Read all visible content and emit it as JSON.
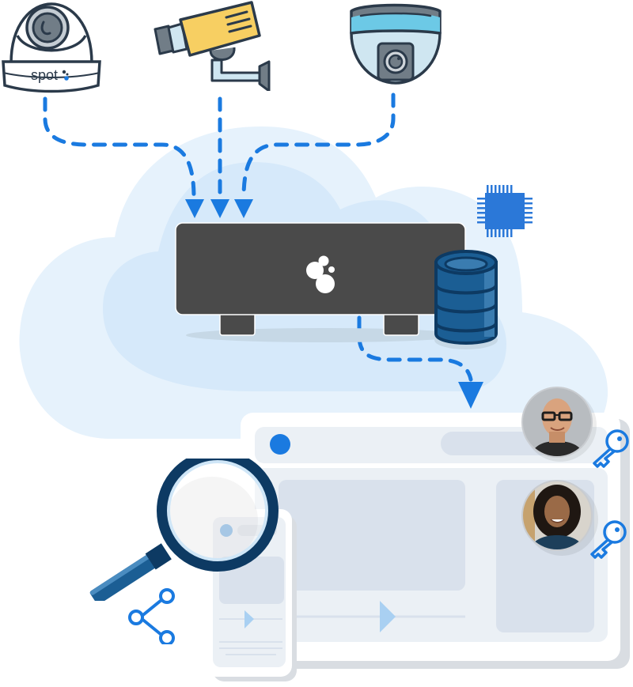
{
  "illustration": {
    "description": "Cloud video surveillance flow: cameras stream to cloud appliance with storage, viewed in a web/mobile app with user access keys",
    "cameras": [
      {
        "id": "dome-camera-branded",
        "label": "spot",
        "type": "dome"
      },
      {
        "id": "bullet-camera",
        "type": "bullet"
      },
      {
        "id": "ceiling-dome-camera",
        "type": "ceiling-dome"
      }
    ],
    "cloud": {
      "appliance": "video-server",
      "storage": "database",
      "processor": "chip"
    },
    "app": {
      "users": [
        {
          "id": "user-1",
          "avatar": "man-with-glasses",
          "access": "key"
        },
        {
          "id": "user-2",
          "avatar": "woman-curly-hair",
          "access": "key"
        }
      ]
    },
    "tools": [
      "magnifying-glass",
      "share"
    ]
  },
  "colors": {
    "flow_blue": "#1a7ae0",
    "cloud_outer": "#e6f2fc",
    "cloud_inner": "#d6e9fa",
    "appliance": "#4a4a4a",
    "database_blue": "#1b5e94",
    "database_dark": "#0d3a63",
    "chip_blue": "#2b78d8",
    "panel_bg": "#ffffff",
    "panel_inner": "#ebf0f5",
    "panel_block": "#d9e1ec",
    "play_accent": "#a9d0f2",
    "camera_yellow": "#f7cf62",
    "camera_cyan": "#6cc9e6",
    "camera_light": "#cfe6f1",
    "outline": "#2b3a4a"
  }
}
